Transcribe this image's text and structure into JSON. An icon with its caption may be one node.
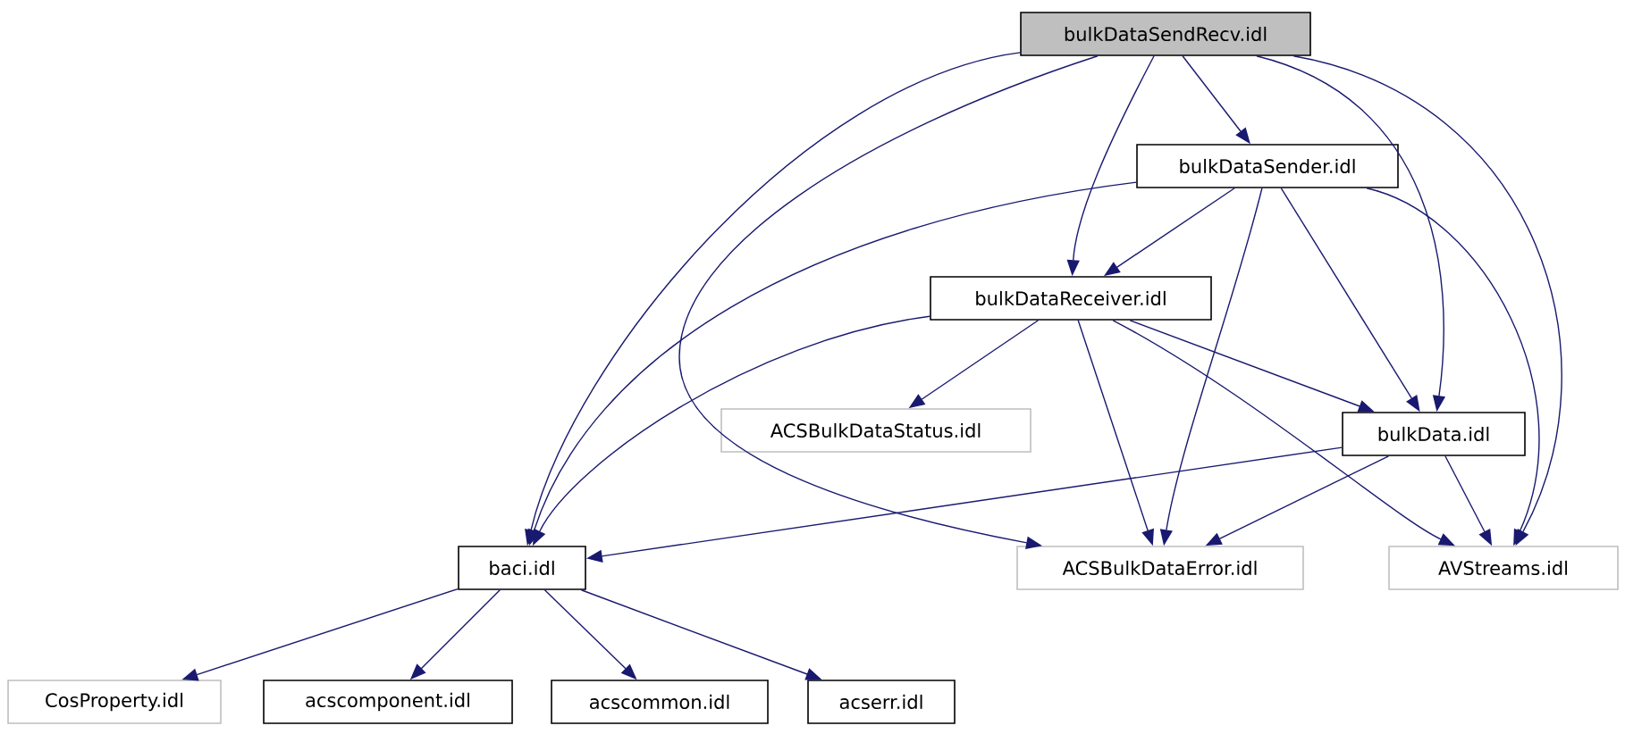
{
  "diagram": {
    "nodes": [
      {
        "text": [
          "bulkDataSendRecv.idl"
        ]
      },
      {
        "text": [
          "bulkDataSender.idl"
        ]
      },
      {
        "text": [
          "bulkDataReceiver.idl"
        ]
      },
      {
        "text": [
          "ACSBulkDataStatus.idl"
        ]
      },
      {
        "text": [
          "bulkData.idl"
        ]
      },
      {
        "text": [
          "baci.idl"
        ]
      },
      {
        "text": [
          "ACSBulkDataError.idl"
        ]
      },
      {
        "text": [
          "AVStreams.idl"
        ]
      },
      {
        "text": [
          "CosProperty.idl"
        ]
      },
      {
        "text": [
          "acscomponent.idl"
        ]
      },
      {
        "text": [
          "acscommon.idl"
        ]
      },
      {
        "text": [
          "acserr.idl"
        ]
      }
    ],
    "edges": [
      {
        "from": 0,
        "to": 1,
        "arrow": "to"
      },
      {
        "from": 0,
        "to": 2,
        "arrow": "to"
      },
      {
        "from": 0,
        "to": 5,
        "arrow": "to"
      },
      {
        "from": 0,
        "to": 6,
        "arrow": "to"
      },
      {
        "from": 0,
        "to": 4,
        "arrow": "to"
      },
      {
        "from": 0,
        "to": 7,
        "arrow": "to"
      },
      {
        "from": 1,
        "to": 2,
        "arrow": "to"
      },
      {
        "from": 1,
        "to": 5,
        "arrow": "to"
      },
      {
        "from": 1,
        "to": 6,
        "arrow": "to"
      },
      {
        "from": 1,
        "to": 4,
        "arrow": "to"
      },
      {
        "from": 1,
        "to": 7,
        "arrow": "to"
      },
      {
        "from": 2,
        "to": 5,
        "arrow": "to"
      },
      {
        "from": 2,
        "to": 3,
        "arrow": "to"
      },
      {
        "from": 2,
        "to": 6,
        "arrow": "to"
      },
      {
        "from": 2,
        "to": 4,
        "arrow": "to"
      },
      {
        "from": 2,
        "to": 7,
        "arrow": "to"
      },
      {
        "from": 4,
        "to": 5,
        "arrow": "to"
      },
      {
        "from": 4,
        "to": 6,
        "arrow": "to"
      },
      {
        "from": 4,
        "to": 7,
        "arrow": "to"
      },
      {
        "from": 5,
        "to": 8,
        "arrow": "to"
      },
      {
        "from": 5,
        "to": 9,
        "arrow": "to"
      },
      {
        "from": 5,
        "to": 10,
        "arrow": "to"
      },
      {
        "from": 5,
        "to": 11,
        "arrow": "to"
      }
    ]
  }
}
